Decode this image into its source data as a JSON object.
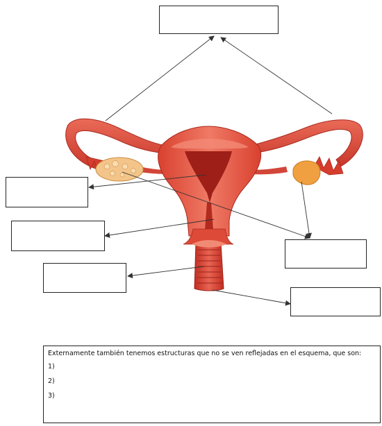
{
  "labels": {
    "box_top": "",
    "box_ovary_left": "",
    "box_cervix": "",
    "box_vagina": "",
    "box_ovary_right": "",
    "box_bottom_right": ""
  },
  "question": {
    "prompt": "Externamente también tenemos estructuras que no se ven reflejadas en el esquema, que son:",
    "items": [
      "1)",
      "2)",
      "3)"
    ]
  },
  "colors": {
    "tissue": "#e2503f",
    "tissue_dark": "#b5271d",
    "cavity": "#9e1f17",
    "ovary": "#f3c58a",
    "ovary_right": "#f0a040",
    "line": "#333333"
  }
}
